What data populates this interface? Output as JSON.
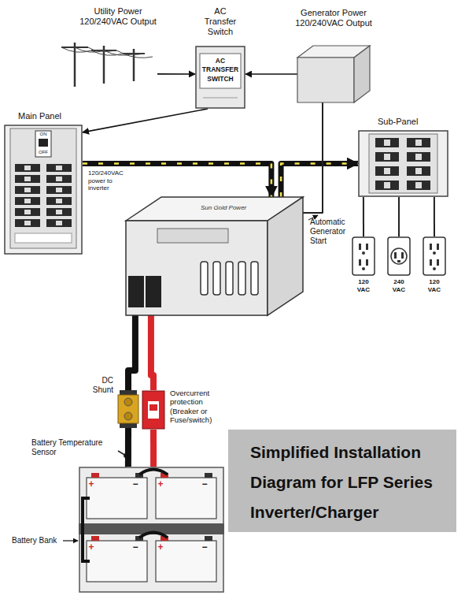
{
  "diagram": {
    "title": "Simplified Installation Diagram for LFP Series Inverter/Charger",
    "nodes": [
      {
        "text": [
          "Utility Power 120/240VAC Output"
        ]
      },
      {
        "text": [
          "AC Transfer Switch",
          "AC TRANSFER SWITCH"
        ]
      },
      {
        "text": [
          "Generator Power 120/240VAC Output"
        ]
      },
      {
        "text": [
          "Main Panel"
        ]
      },
      {
        "text": [
          "Sub-Panel"
        ]
      },
      {
        "text": [
          "Sun Gold Power"
        ]
      },
      {
        "text": [
          "120 VAC"
        ]
      },
      {
        "text": [
          "240 VAC"
        ]
      },
      {
        "text": [
          "120 VAC"
        ]
      },
      {
        "text": [
          "DC Shunt"
        ]
      },
      {
        "text": [
          "Overcurrent protection (Breaker or Fuse/switch)"
        ]
      },
      {
        "text": [
          "Battery Bank"
        ]
      }
    ],
    "edges": [
      {
        "from": 0,
        "to": 1,
        "arrow": "to"
      },
      {
        "from": 2,
        "to": 1,
        "arrow": "to"
      },
      {
        "from": 1,
        "to": 3,
        "arrow": "to"
      },
      {
        "from": 3,
        "to": 5,
        "label": "120/240VAC power to inverter",
        "arrow": "to"
      },
      {
        "from": 5,
        "to": 4,
        "arrow": "to"
      },
      {
        "from": 2,
        "to": 5,
        "label": "Automatic Generator Start",
        "arrow": "none"
      },
      {
        "from": 4,
        "to": 6,
        "arrow": "none"
      },
      {
        "from": 4,
        "to": 7,
        "arrow": "none"
      },
      {
        "from": 4,
        "to": 8,
        "arrow": "none"
      },
      {
        "from": 5,
        "to": 9,
        "arrow": "none"
      },
      {
        "from": 9,
        "to": 11,
        "arrow": "none"
      },
      {
        "from": 5,
        "to": 10,
        "arrow": "none"
      },
      {
        "from": 10,
        "to": 11,
        "arrow": "none"
      }
    ],
    "labels": [
      "ON",
      "OFF",
      "Battery Temperature Sensor",
      "+",
      "−",
      "+",
      "−",
      "+",
      "−",
      "+",
      "−"
    ]
  }
}
